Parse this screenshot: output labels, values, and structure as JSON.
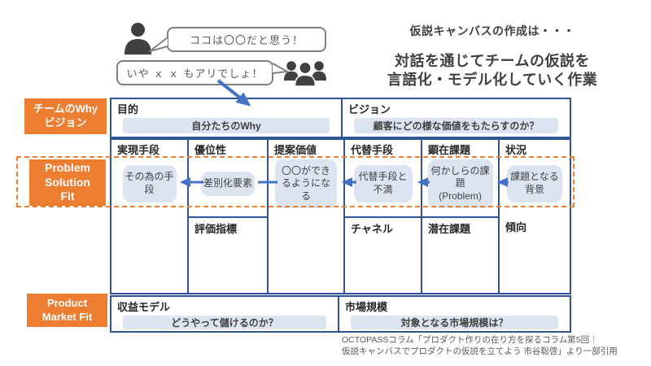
{
  "headline": {
    "line1": "仮説キャンバスの作成は・・・",
    "line2": "対話を通じてチームの仮説を",
    "line3": "言語化・モデル化していく作業"
  },
  "bubbles": {
    "bubble1": "ココは〇〇だと思う！",
    "bubble2": "いや ｘ ｘ もアリでしょ！"
  },
  "icons": {
    "person": "person-silhouette-icon",
    "group": "people-group-icon",
    "arrow": "blue-arrow"
  },
  "side_labels": {
    "teamwhy": {
      "line1": "チームのWhy",
      "line2": "ビジョン"
    },
    "psf": {
      "line1": "Problem",
      "line2": "Solution",
      "line3": "Fit"
    },
    "pmf": {
      "line1": "Product",
      "line2": "Market Fit"
    }
  },
  "canvas": {
    "top_row": [
      {
        "header": "目的",
        "pill": "自分たちのWhy"
      },
      {
        "header": "ビジョン",
        "pill": "顧客にどの様な価値をもたらすのか？"
      }
    ],
    "middle_columns": [
      {
        "header": "実現手段",
        "pill": "その為の手段",
        "sub": ""
      },
      {
        "header": "優位性",
        "pill": "差別化要素",
        "sub": "評価指標"
      },
      {
        "header": "提案価値",
        "pill": "〇〇ができるようになる",
        "sub": ""
      },
      {
        "header": "代替手段",
        "pill": "代替手段と不満",
        "sub": "チャネル"
      },
      {
        "header": "顕在課題",
        "pill": "何かしらの課題",
        "pill2": "(Problem)",
        "sub": "潜在課題"
      },
      {
        "header": "状況",
        "pill": "課題となる背景",
        "sub": "傾向"
      }
    ],
    "bottom_row": [
      {
        "header": "収益モデル",
        "pill": "どうやって儲けるのか？"
      },
      {
        "header": "市場規模",
        "pill": "対象となる市場規模は？"
      }
    ]
  },
  "credit": {
    "line1": "OCTOPASSコラム「プロダクト作りの在り方を探るコラム第5回｜",
    "line2": "仮説キャンバスでプロダクトの仮説を立てよう 市谷聡啓」より一部引用"
  },
  "colors": {
    "accent_orange": "#ed7d31",
    "canvas_border_blue": "#2e5496",
    "arrow_blue": "#4472c4",
    "pill_fill": "#dce4f2",
    "bubble_gray": "#808080",
    "text_dark": "#404040"
  }
}
